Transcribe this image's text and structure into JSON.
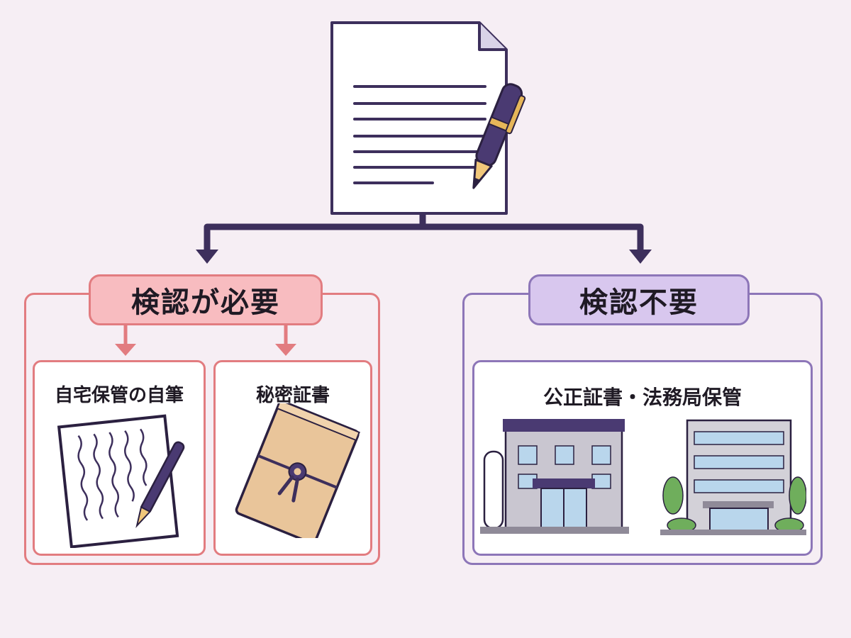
{
  "colors": {
    "background": "#f6eef4",
    "connector": "#3d2f5c",
    "required_accent": "#e27c80",
    "required_fill": "#f8bcc0",
    "not_required_accent": "#8d76b8",
    "not_required_fill": "#d8c7ee"
  },
  "top": {
    "icon": "document-with-pen-icon"
  },
  "required": {
    "label": "検認が必要",
    "items": [
      {
        "label": "自宅保管の自筆",
        "icon": "handwritten-paper-icon"
      },
      {
        "label": "秘密証書",
        "icon": "sealed-envelope-icon"
      }
    ]
  },
  "not_required": {
    "label": "検認不要",
    "item": {
      "label": "公正証書・法務局保管",
      "icons": [
        "notary-office-building-icon",
        "legal-affairs-bureau-building-icon"
      ]
    }
  }
}
